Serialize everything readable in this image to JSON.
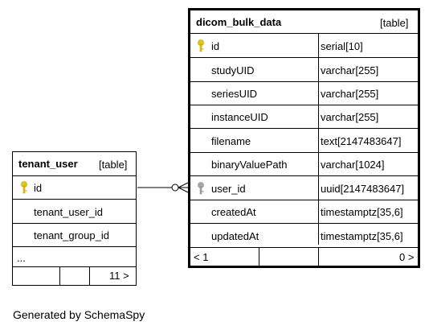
{
  "tables": {
    "tenant_user": {
      "name": "tenant_user",
      "kind": "[table]",
      "columns": [
        {
          "name": "id",
          "primary_key": true
        },
        {
          "name": "tenant_user_id"
        },
        {
          "name": "tenant_group_id"
        }
      ],
      "more": "...",
      "footer_right": "11 >"
    },
    "dicom_bulk_data": {
      "name": "dicom_bulk_data",
      "kind": "[table]",
      "columns": [
        {
          "name": "id",
          "type": "serial[10]",
          "primary_key": true
        },
        {
          "name": "studyUID",
          "type": "varchar[255]"
        },
        {
          "name": "seriesUID",
          "type": "varchar[255]"
        },
        {
          "name": "instanceUID",
          "type": "varchar[255]"
        },
        {
          "name": "filename",
          "type": "text[2147483647]"
        },
        {
          "name": "binaryValuePath",
          "type": "varchar[1024]"
        },
        {
          "name": "user_id",
          "type": "uuid[2147483647]",
          "foreign_key": true
        },
        {
          "name": "createdAt",
          "type": "timestamptz[35,6]"
        },
        {
          "name": "updatedAt",
          "type": "timestamptz[35,6]"
        }
      ],
      "footer_left": "< 1",
      "footer_right": "0 >"
    }
  },
  "relationship": {
    "from": "dicom_bulk_data.user_id",
    "to": "tenant_user.id",
    "cardinality": "zero-or-many-to-one"
  },
  "colors": {
    "primary_key": "#e8c600",
    "foreign_key": "#a8a8a8"
  },
  "footer": "Generated by SchemaSpy"
}
